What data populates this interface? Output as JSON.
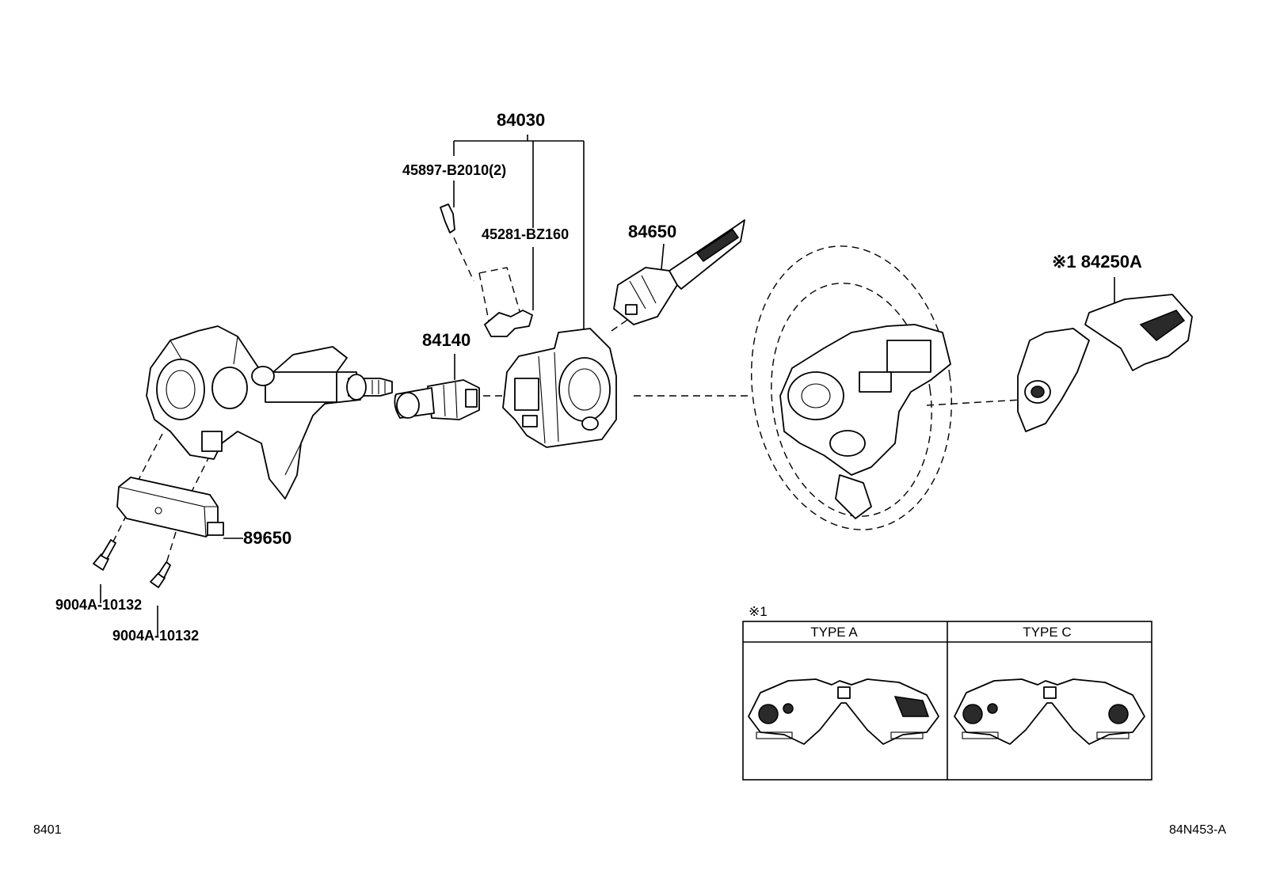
{
  "parts": {
    "p84030": "84030",
    "p45897": "45897-B2010(2)",
    "p45281": "45281-BZ160",
    "p84650": "84650",
    "p84140": "84140",
    "p84250a": "※1 84250A",
    "p89650": "89650",
    "p9004a_1": "9004A-10132",
    "p9004a_2": "9004A-10132"
  },
  "inset": {
    "note_mark": "※1",
    "type_a": "TYPE A",
    "type_c": "TYPE C"
  },
  "footer": {
    "left_code": "8401",
    "right_code": "84N453-A"
  },
  "icons": {
    "steering_column": "steering-column-icon",
    "ignition_switch": "ignition-switch-icon",
    "spiral_cable": "spiral-cable-icon",
    "turn_signal_switch": "turn-signal-switch-icon",
    "steering_wheel": "steering-wheel-icon",
    "steering_pad_switch": "steering-pad-switch-icon",
    "ecu": "ecu-module-icon",
    "bolt": "bolt-icon"
  }
}
